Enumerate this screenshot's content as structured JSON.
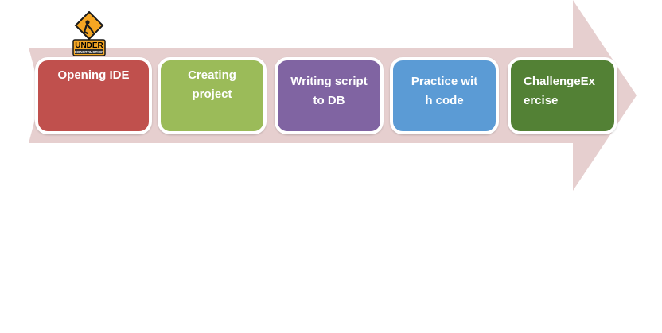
{
  "diagram": {
    "arrow_color": "#e6cfcf",
    "steps": [
      {
        "label": "Opening IDE",
        "color": "#c0504d"
      },
      {
        "label": "Creating project",
        "color": "#9bbb59"
      },
      {
        "label": "Writing script to DB",
        "color": "#8064a2"
      },
      {
        "label": "Practice with code",
        "color": "#5b9bd5"
      },
      {
        "label": "ChallengeExercise",
        "color": "#538135"
      }
    ]
  },
  "badge": {
    "text_top": "UNDER",
    "text_bottom": "CONSTRUCTION",
    "icon": "under-construction-icon",
    "colors": {
      "sign": "#f5a623",
      "panel": "#2b2b2b",
      "text": "#000000"
    }
  }
}
